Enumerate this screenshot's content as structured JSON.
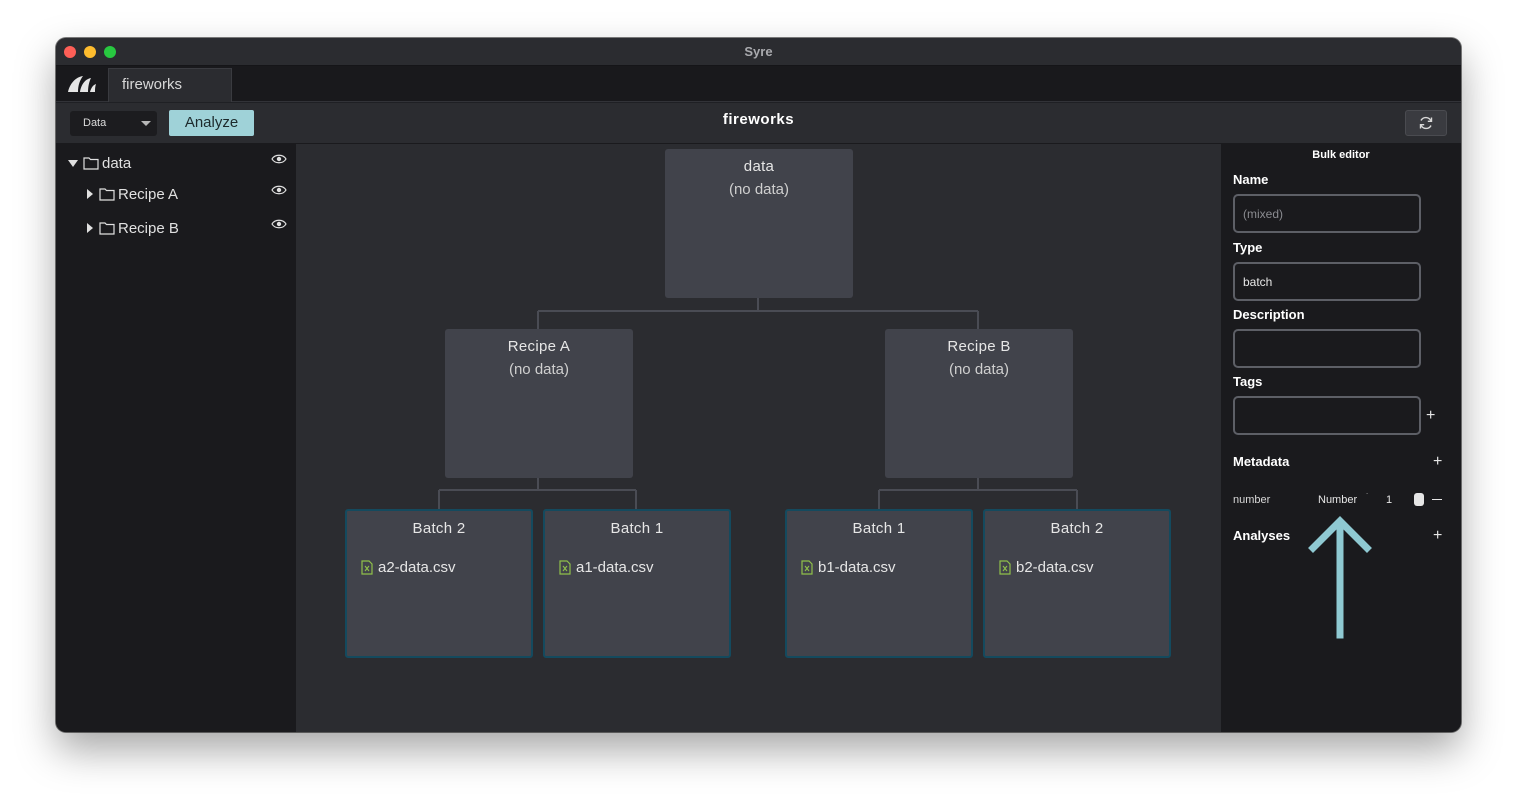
{
  "window": {
    "title": "Syre"
  },
  "tabs": [
    {
      "label": "fireworks"
    }
  ],
  "toolbar": {
    "view_select": "Data",
    "analyze_label": "Analyze",
    "project_title": "fireworks"
  },
  "sidebar": {
    "root": {
      "label": "data"
    },
    "children": [
      {
        "label": "Recipe A"
      },
      {
        "label": "Recipe B"
      }
    ]
  },
  "graph": {
    "root": {
      "title": "data",
      "subtitle": "(no data)"
    },
    "recipes": [
      {
        "title": "Recipe A",
        "subtitle": "(no data)"
      },
      {
        "title": "Recipe B",
        "subtitle": "(no data)"
      }
    ],
    "batches": [
      {
        "title": "Batch 2",
        "asset": "a2-data.csv"
      },
      {
        "title": "Batch 1",
        "asset": "a1-data.csv"
      },
      {
        "title": "Batch 1",
        "asset": "b1-data.csv"
      },
      {
        "title": "Batch 2",
        "asset": "b2-data.csv"
      }
    ]
  },
  "bulk_editor": {
    "title": "Bulk editor",
    "name_label": "Name",
    "name_placeholder": "(mixed)",
    "type_label": "Type",
    "type_value": "batch",
    "description_label": "Description",
    "tags_label": "Tags",
    "metadata_label": "Metadata",
    "metadata": [
      {
        "key": "number",
        "type": "Number",
        "value": "1"
      }
    ],
    "analyses_label": "Analyses"
  },
  "colors": {
    "accent": "#9fd2d8",
    "selected_border": "#144a5e",
    "file_icon": "#8fc04a"
  }
}
